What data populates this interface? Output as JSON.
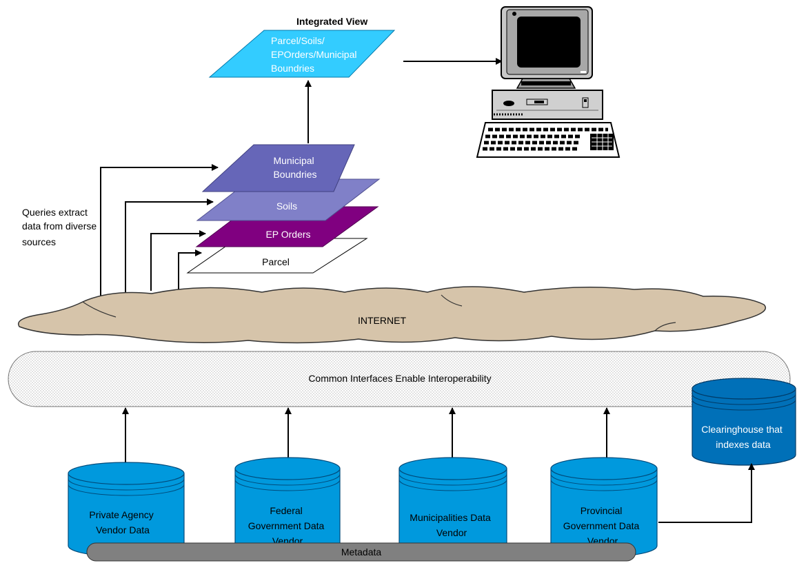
{
  "integrated_view": {
    "title": "Integrated View",
    "label_lines": [
      "Parcel/Soils/",
      "EPOrders/Municipal",
      "Boundries"
    ]
  },
  "layers": {
    "municipal": [
      "Municipal",
      "Boundries"
    ],
    "soils": "Soils",
    "ep_orders": "EP Orders",
    "parcel": "Parcel"
  },
  "queries_note": [
    "Queries extract",
    "data from diverse",
    "sources"
  ],
  "internet_label": "INTERNET",
  "interfaces_label": "Common Interfaces Enable Interoperability",
  "sources": {
    "private": [
      "Private Agency",
      "Vendor Data"
    ],
    "federal": [
      "Federal",
      "Government Data",
      "Vendor"
    ],
    "municipalities": [
      "Municipalities Data",
      "Vendor"
    ],
    "provincial": [
      "Provincial",
      "Government Data",
      "Vendor"
    ]
  },
  "clearinghouse": [
    "Clearinghouse that",
    "indexes data"
  ],
  "metadata_label": "Metadata",
  "colors": {
    "sky_blue": "#33ccff",
    "db_blue": "#0099dd",
    "clearinghouse_blue": "#0070b8",
    "municipal": "#6666b8",
    "soils": "#8080c8",
    "ep_orders": "#800080",
    "cloud": "#d6c4aa",
    "metadata": "#808080"
  }
}
